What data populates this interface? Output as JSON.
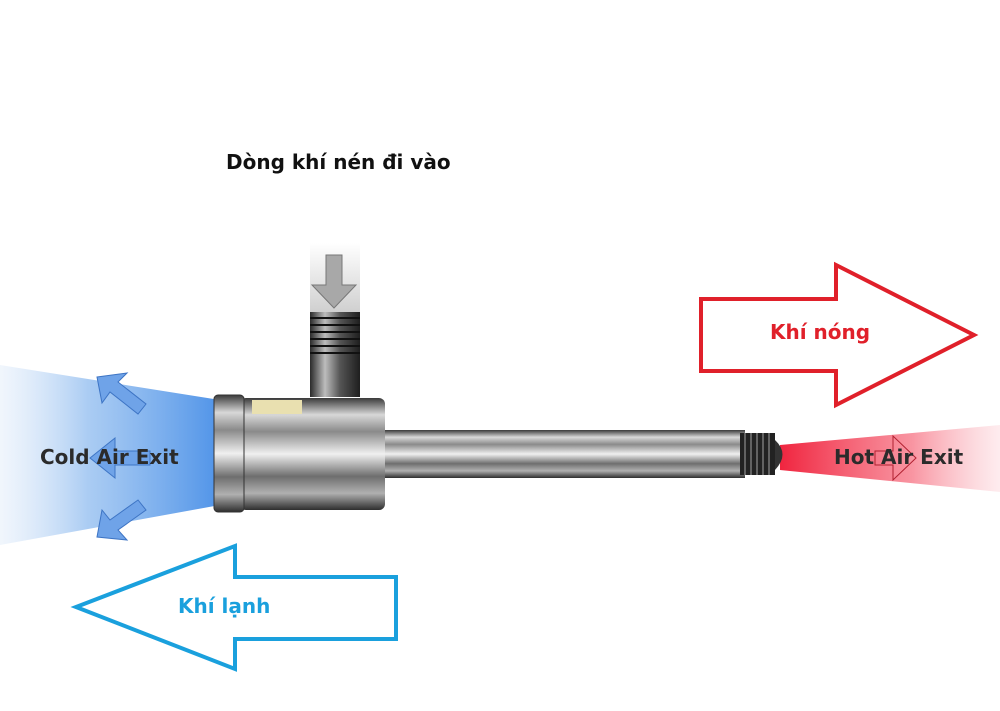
{
  "title": "Dòng khí nén đi vào",
  "cold_exit": "Cold Air Exit",
  "hot_exit": "Hot Air Exit",
  "hot_air_label": "Khí nóng",
  "cold_air_label": "Khí lạnh",
  "colors": {
    "hot": "#e0202a",
    "cold": "#1aa0dd",
    "cold_spray": "#5a9be6",
    "hot_spray": "#f0364f"
  }
}
